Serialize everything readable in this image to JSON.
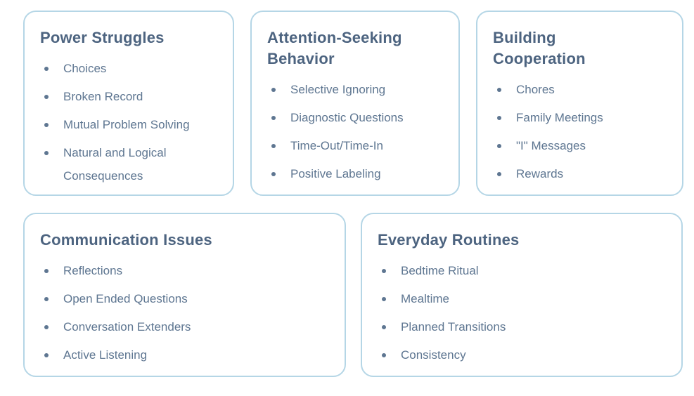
{
  "theme": {
    "page_bg": "#ffffff",
    "card_bg": "#ffffff",
    "title_color": "#4d6480",
    "text_color": "#5e7691",
    "border_color": "#b5d6e6"
  },
  "icons": {
    "bullet": "dot"
  },
  "cards": [
    {
      "title": "Power Struggles",
      "items": [
        "Choices",
        "Broken Record",
        "Mutual Problem Solving",
        "Natural and Logical Consequences"
      ]
    },
    {
      "title": "Attention-Seeking Behavior",
      "items": [
        "Selective Ignoring",
        "Diagnostic Questions",
        "Time-Out/Time-In",
        "Positive Labeling"
      ]
    },
    {
      "title": "Building Cooperation",
      "items": [
        "Chores",
        "Family Meetings",
        "\"I\" Messages",
        "Rewards"
      ]
    },
    {
      "title": "Communication Issues",
      "items": [
        "Reflections",
        "Open Ended Questions",
        "Conversation Extenders",
        "Active Listening"
      ]
    },
    {
      "title": "Everyday Routines",
      "items": [
        "Bedtime Ritual",
        "Mealtime",
        "Planned Transitions",
        "Consistency"
      ]
    }
  ]
}
